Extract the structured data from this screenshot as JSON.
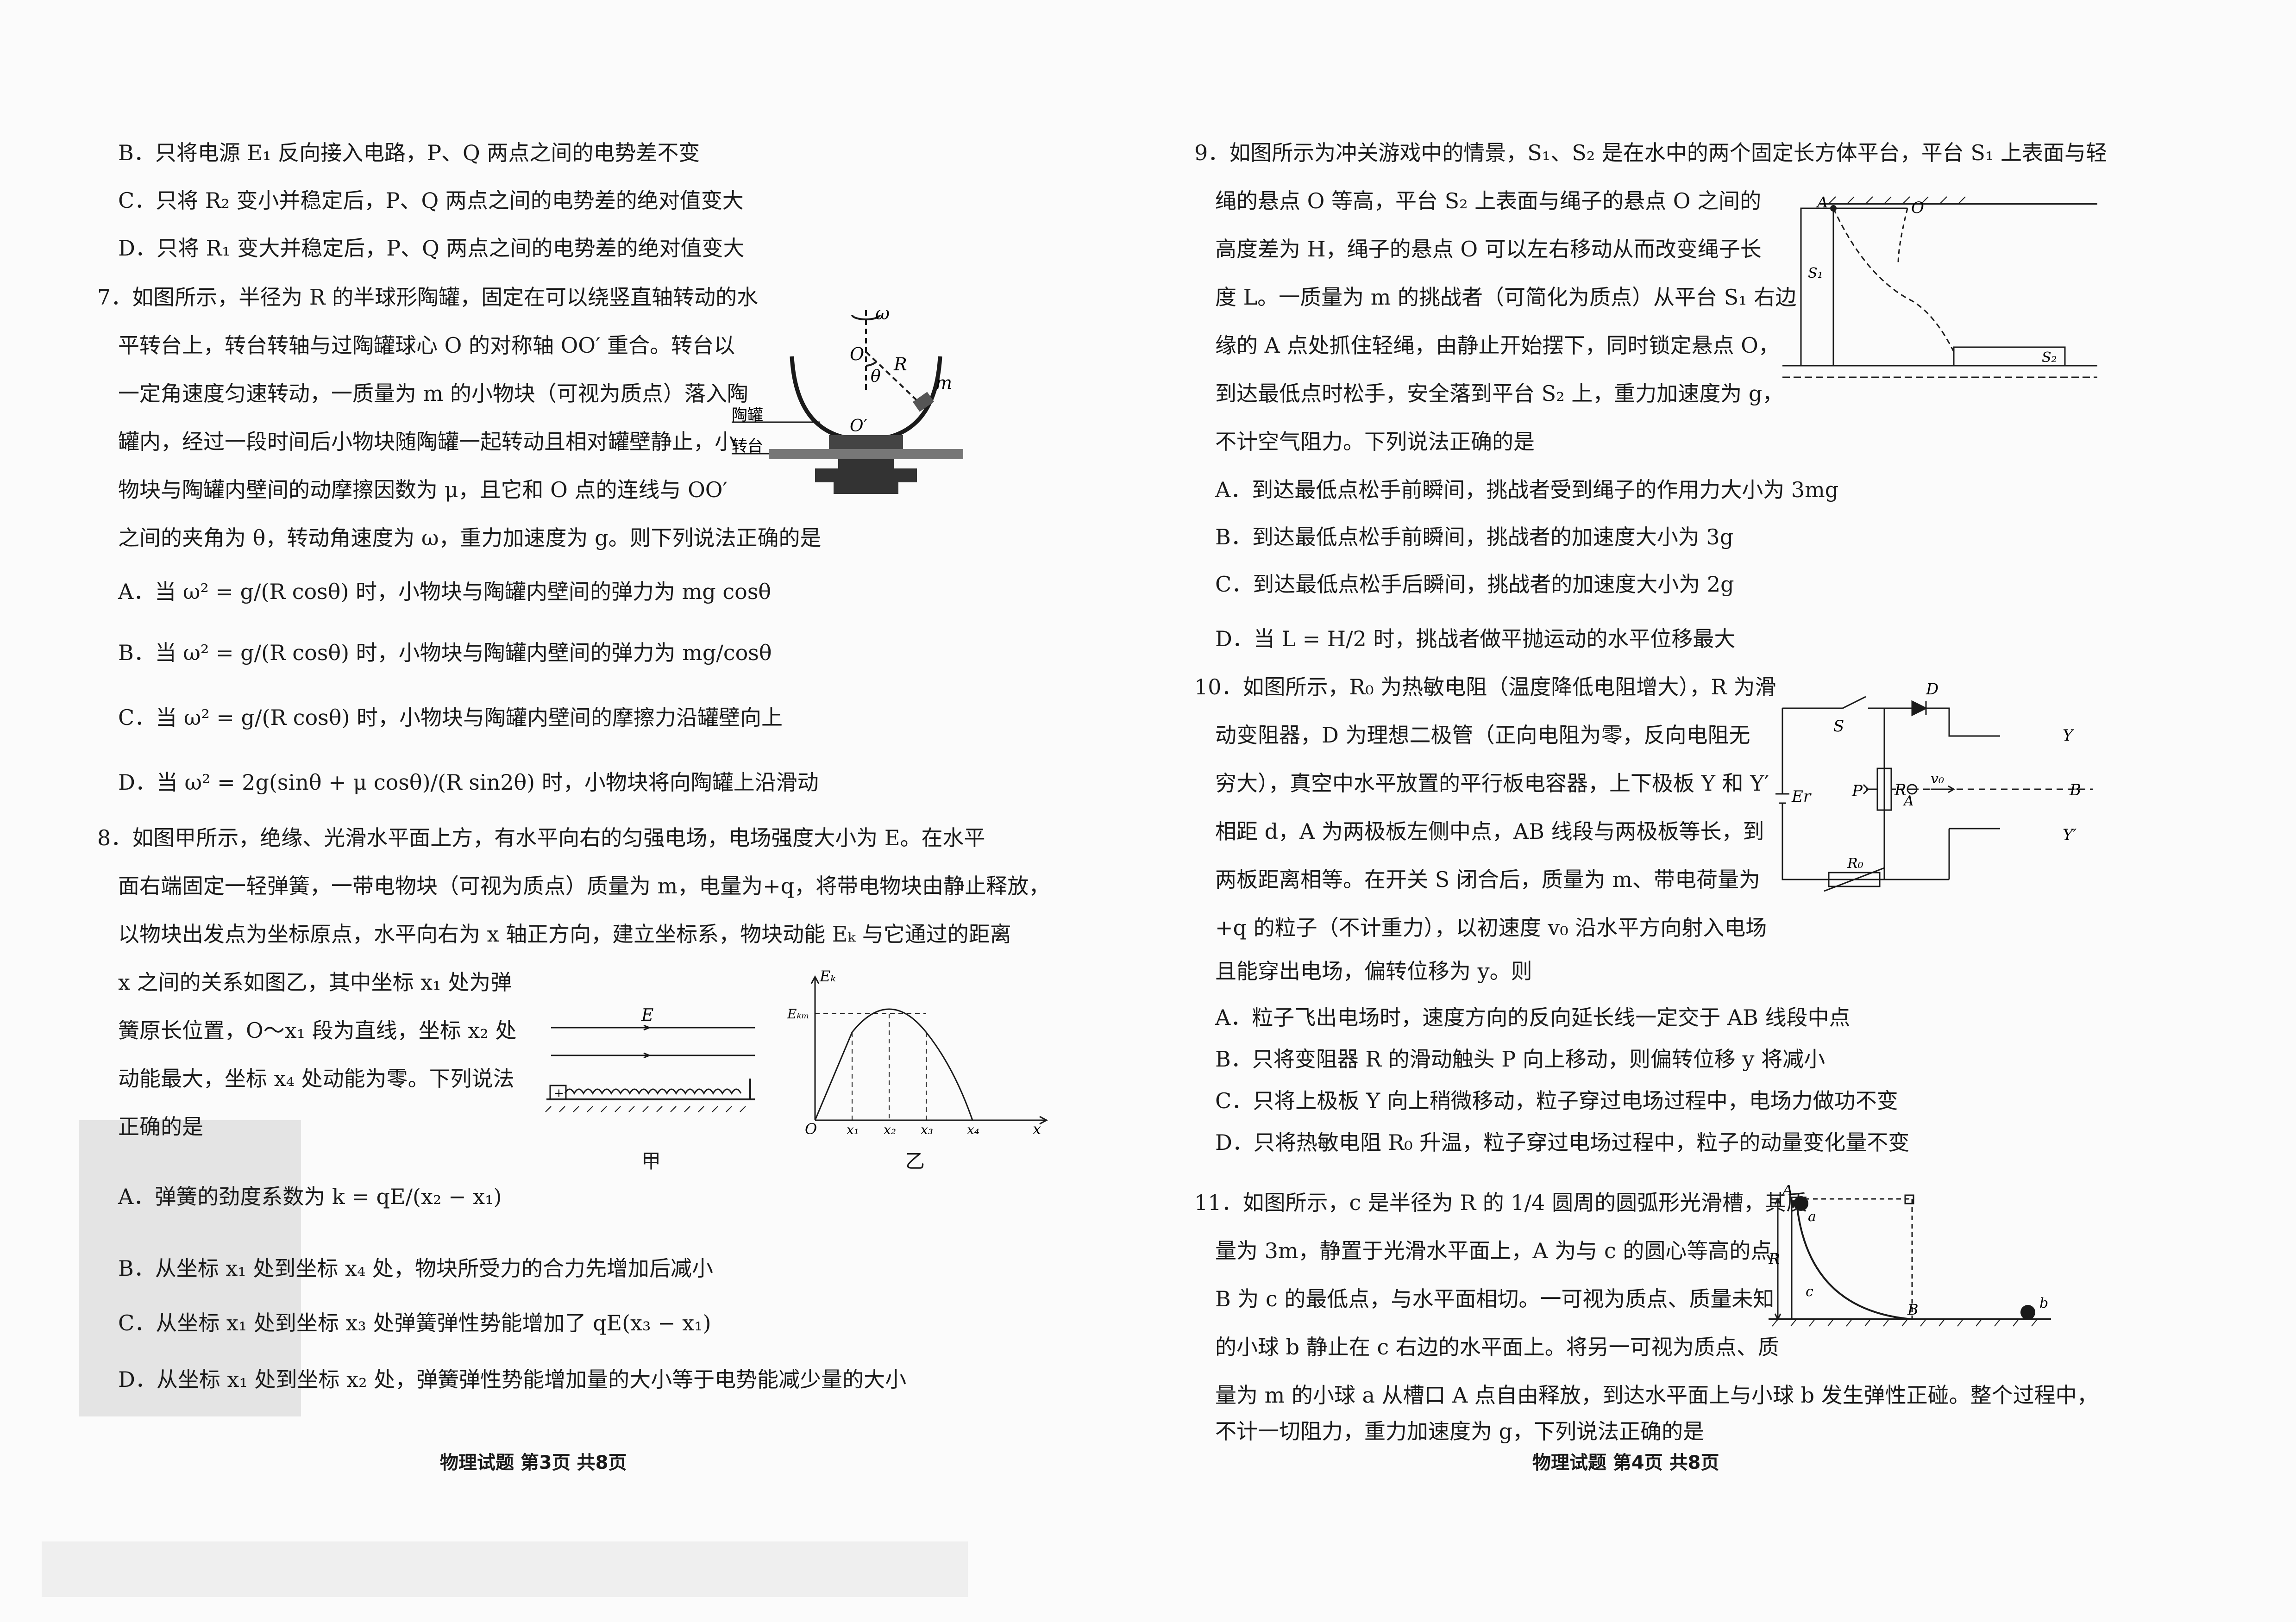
{
  "left": {
    "q6_options": [
      "B．只将电源 E₁ 反向接入电路，P、Q 两点之间的电势差不变",
      "C．只将 R₂ 变小并稳定后，P、Q 两点之间的电势差的绝对值变大",
      "D．只将 R₁ 变大并稳定后，P、Q 两点之间的电势差的绝对值变大"
    ],
    "q7": {
      "stem": [
        "7．如图所示，半径为 R 的半球形陶罐，固定在可以绕竖直轴转动的水",
        "平转台上，转台转轴与过陶罐球心 O 的对称轴 OO′ 重合。转台以",
        "一定角速度匀速转动，一质量为 m 的小物块（可视为质点）落入陶",
        "罐内，经过一段时间后小物块随陶罐一起转动且相对罐壁静止，小",
        "物块与陶罐内壁间的动摩擦因数为 μ，且它和 O 点的连线与 OO′",
        "之间的夹角为 θ，转动角速度为 ω，重力加速度为 g。则下列说法正确的是"
      ],
      "options": [
        "A．当 ω² = g/(R cosθ) 时，小物块与陶罐内壁间的弹力为 mg cosθ",
        "B．当 ω² = g/(R cosθ) 时，小物块与陶罐内壁间的弹力为 mg/cosθ",
        "C．当 ω² = g/(R cosθ) 时，小物块与陶罐内壁间的摩擦力沿罐壁向上",
        "D．当 ω² = 2g(sinθ + μ cosθ)/(R sin2θ) 时，小物块将向陶罐上沿滑动"
      ],
      "figure": {
        "omega": "ω",
        "O": "O",
        "R": "R",
        "theta": "θ",
        "m": "m",
        "O_prime": "O′",
        "jar_label": "陶罐",
        "table_label": "转台"
      }
    },
    "q8": {
      "stem": [
        "8．如图甲所示，绝缘、光滑水平面上方，有水平向右的匀强电场，电场强度大小为 E。在水平",
        "面右端固定一轻弹簧，一带电物块（可视为质点）质量为 m，电量为+q，将带电物块由静止释放，",
        "以物块出发点为坐标原点，水平向右为 x 轴正方向，建立坐标系，物块动能 Eₖ 与它通过的距离",
        "x 之间的关系如图乙，其中坐标 x₁ 处为弹",
        "簧原长位置，O～x₁ 段为直线，坐标 x₂ 处",
        "动能最大，坐标 x₄ 处动能为零。下列说法",
        "正确的是"
      ],
      "options": [
        "A．弹簧的劲度系数为 k = qE/(x₂ − x₁)",
        "B．从坐标 x₁ 处到坐标 x₄ 处，物块所受力的合力先增加后减小",
        "C．从坐标 x₁ 处到坐标 x₃ 处弹簧弹性势能增加了 qE(x₃ − x₁)",
        "D．从坐标 x₁ 处到坐标 x₂ 处，弹簧弹性势能增加量的大小等于电势能减少量的大小"
      ],
      "fig_jia": {
        "E": "E",
        "caption": "甲"
      },
      "fig_yi": {
        "caption": "乙",
        "ylabel": "Eₖ",
        "ymax_label": "Eₖₘ",
        "origin": "O",
        "xlabel": "x",
        "ticks": [
          "x₁",
          "x₂",
          "x₃",
          "x₄"
        ]
      }
    },
    "footer": "物理试题  第3页  共8页"
  },
  "right": {
    "q9": {
      "stem": [
        "9．如图所示为冲关游戏中的情景，S₁、S₂ 是在水中的两个固定长方体平台，平台 S₁ 上表面与轻",
        "绳的悬点 O 等高，平台 S₂ 上表面与绳子的悬点 O 之间的",
        "高度差为 H，绳子的悬点 O 可以左右移动从而改变绳子长",
        "度 L。一质量为 m 的挑战者（可简化为质点）从平台 S₁ 右边",
        "缘的 A 点处抓住轻绳，由静止开始摆下，同时锁定悬点 O，",
        "到达最低点时松手，安全落到平台 S₂ 上，重力加速度为 g，",
        "不计空气阻力。下列说法正确的是"
      ],
      "options": [
        "A．到达最低点松手前瞬间，挑战者受到绳子的作用力大小为 3mg",
        "B．到达最低点松手前瞬间，挑战者的加速度大小为 3g",
        "C．到达最低点松手后瞬间，挑战者的加速度大小为 2g",
        "D．当 L = H/2 时，挑战者做平抛运动的水平位移最大"
      ],
      "figure": {
        "A": "A",
        "O": "O",
        "S1": "S₁",
        "S2": "S₂"
      }
    },
    "q10": {
      "stem": [
        "10．如图所示，R₀ 为热敏电阻（温度降低电阻增大），R 为滑",
        "动变阻器，D 为理想二极管（正向电阻为零，反向电阻无",
        "穷大），真空中水平放置的平行板电容器，上下极板 Y 和 Y′",
        "相距 d，A 为两极板左侧中点，AB 线段与两极板等长，到",
        "两板距离相等。在开关 S 闭合后，质量为 m、带电荷量为",
        "+q 的粒子（不计重力），以初速度 v₀ 沿水平方向射入电场",
        "且能穿出电场，偏转位移为 y。则"
      ],
      "options": [
        "A．粒子飞出电场时，速度方向的反向延长线一定交于 AB 线段中点",
        "B．只将变阻器 R 的滑动触头 P 向上移动，则偏转位移 y 将减小",
        "C．只将上极板 Y 向上稍微移动，粒子穿过电场过程中，电场力做功不变",
        "D．只将热敏电阻 R₀ 升温，粒子穿过电场过程中，粒子的动量变化量不变"
      ],
      "figure": {
        "D": "D",
        "S": "S",
        "Er": "Er",
        "P": "P",
        "R": "R",
        "A": "A",
        "v0": "v₀",
        "Y": "Y",
        "B": "B",
        "Y_prime": "Y′",
        "R0": "R₀"
      }
    },
    "q11": {
      "stem": [
        "11．如图所示，c 是半径为 R 的 1/4 圆周的圆弧形光滑槽，其质",
        "量为 3m，静置于光滑水平面上，A 为与 c 的圆心等高的点，",
        "B 为 c 的最低点，与水平面相切。一可视为质点、质量未知",
        "的小球 b 静止在 c 右边的水平面上。将另一可视为质点、质",
        "量为 m 的小球 a 从槽口 A 点自由释放，到达水平面上与小球 b 发生弹性正碰。整个过程中，",
        "不计一切阻力，重力加速度为 g，下列说法正确的是"
      ],
      "figure": {
        "A": "A",
        "a": "a",
        "R": "R",
        "c": "c",
        "B": "B",
        "b": "b"
      }
    },
    "footer": "物理试题  第4页  共8页"
  }
}
